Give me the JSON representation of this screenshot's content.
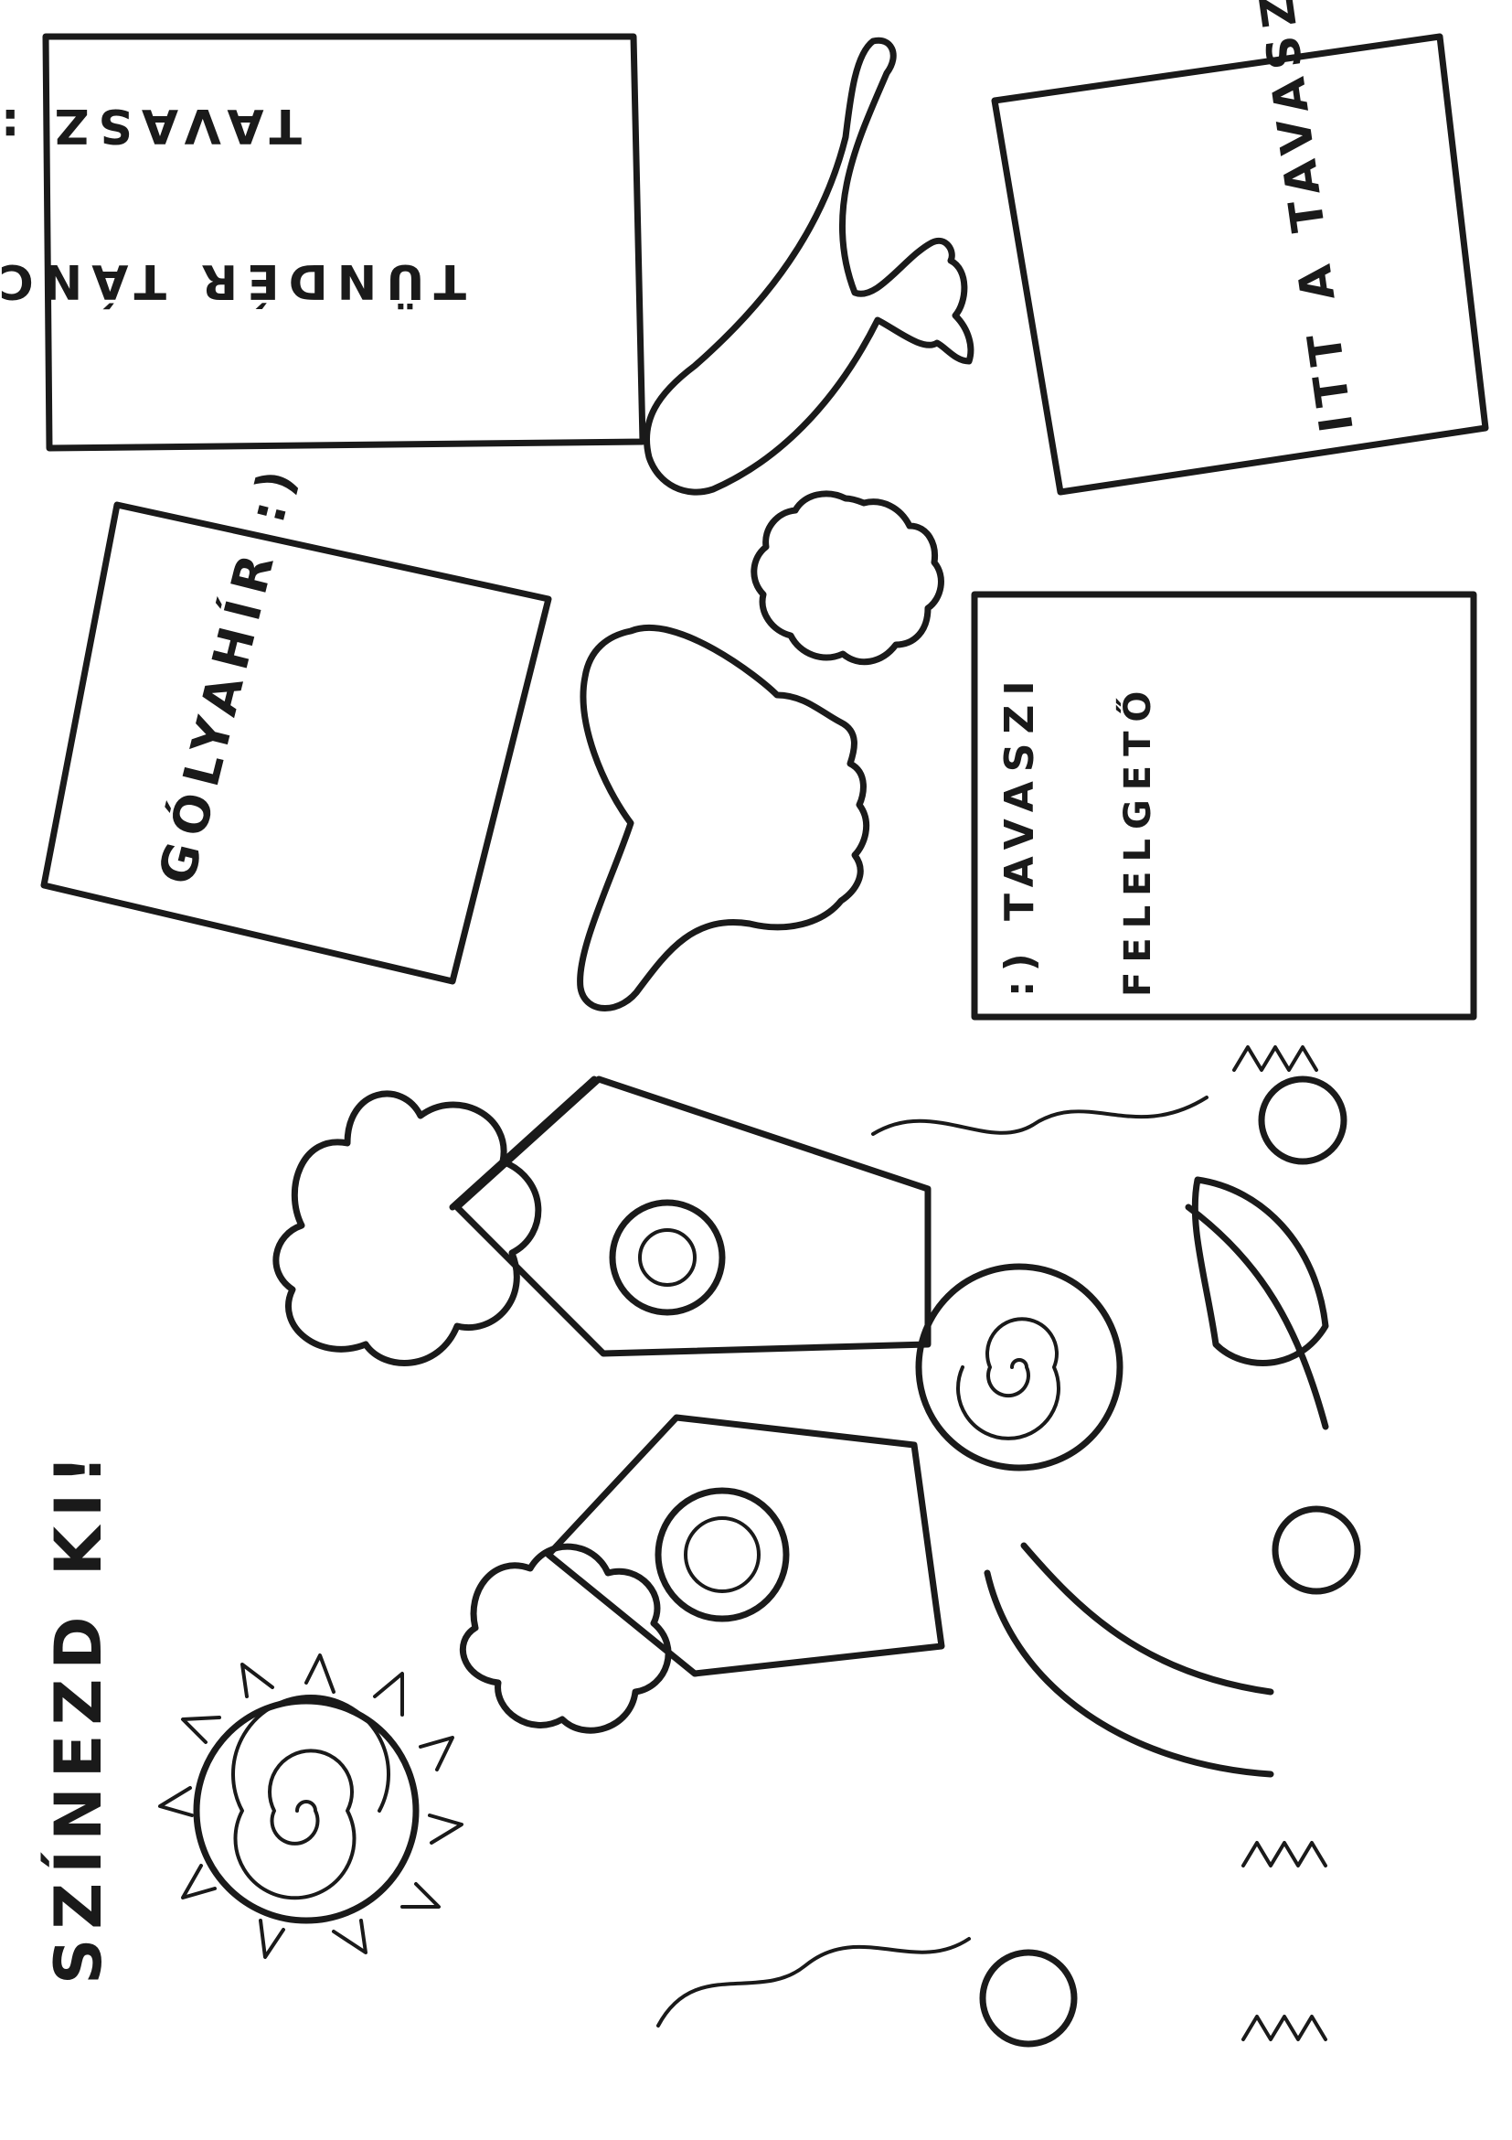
{
  "cards": {
    "tubder": {
      "line1": "TAVASZ :)",
      "line2": "TÜNDÉR TÁNCA"
    },
    "itt": {
      "text": "ITT A TAVASZ :)"
    },
    "golya": {
      "text": "GÓLYAHÍR :)"
    },
    "felelgeto": {
      "line1": ":) TAVASZI",
      "line2": "FELELGETŐ"
    }
  },
  "heading": {
    "text": "SZÍNEZD KI!"
  },
  "colors": {
    "ink": "#1a1a1a",
    "paper": "#ffffff"
  }
}
